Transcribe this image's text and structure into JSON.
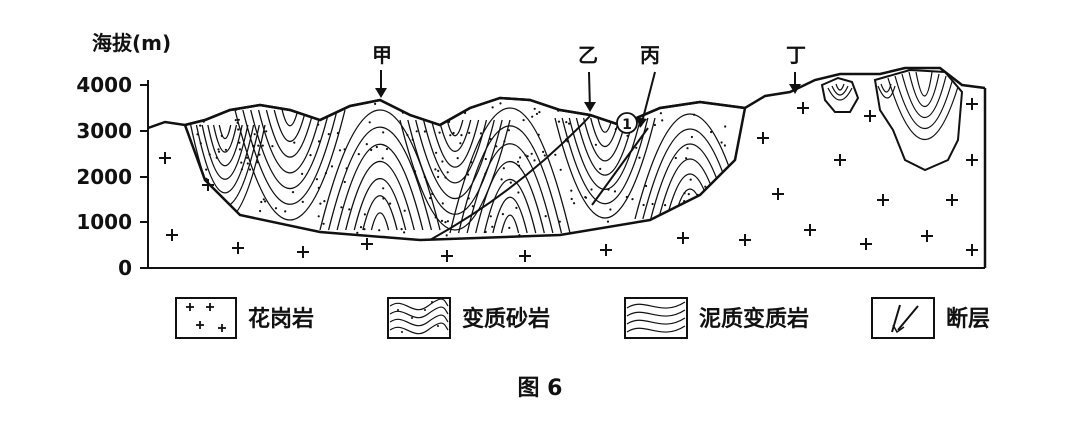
{
  "axis": {
    "title": "海拔(m)",
    "ticks": [
      "4000",
      "3000",
      "2000",
      "1000",
      "0"
    ]
  },
  "points": {
    "jia": "甲",
    "yi": "乙",
    "bing": "丙",
    "ding": "丁",
    "circle_one": "1"
  },
  "legend": [
    {
      "key": "granite",
      "label": "花岗岩"
    },
    {
      "key": "meta_sandstone",
      "label": "变质砂岩"
    },
    {
      "key": "argillaceous_meta",
      "label": "泥质变质岩"
    },
    {
      "key": "fault",
      "label": "断层"
    }
  ],
  "caption": "图 6"
}
